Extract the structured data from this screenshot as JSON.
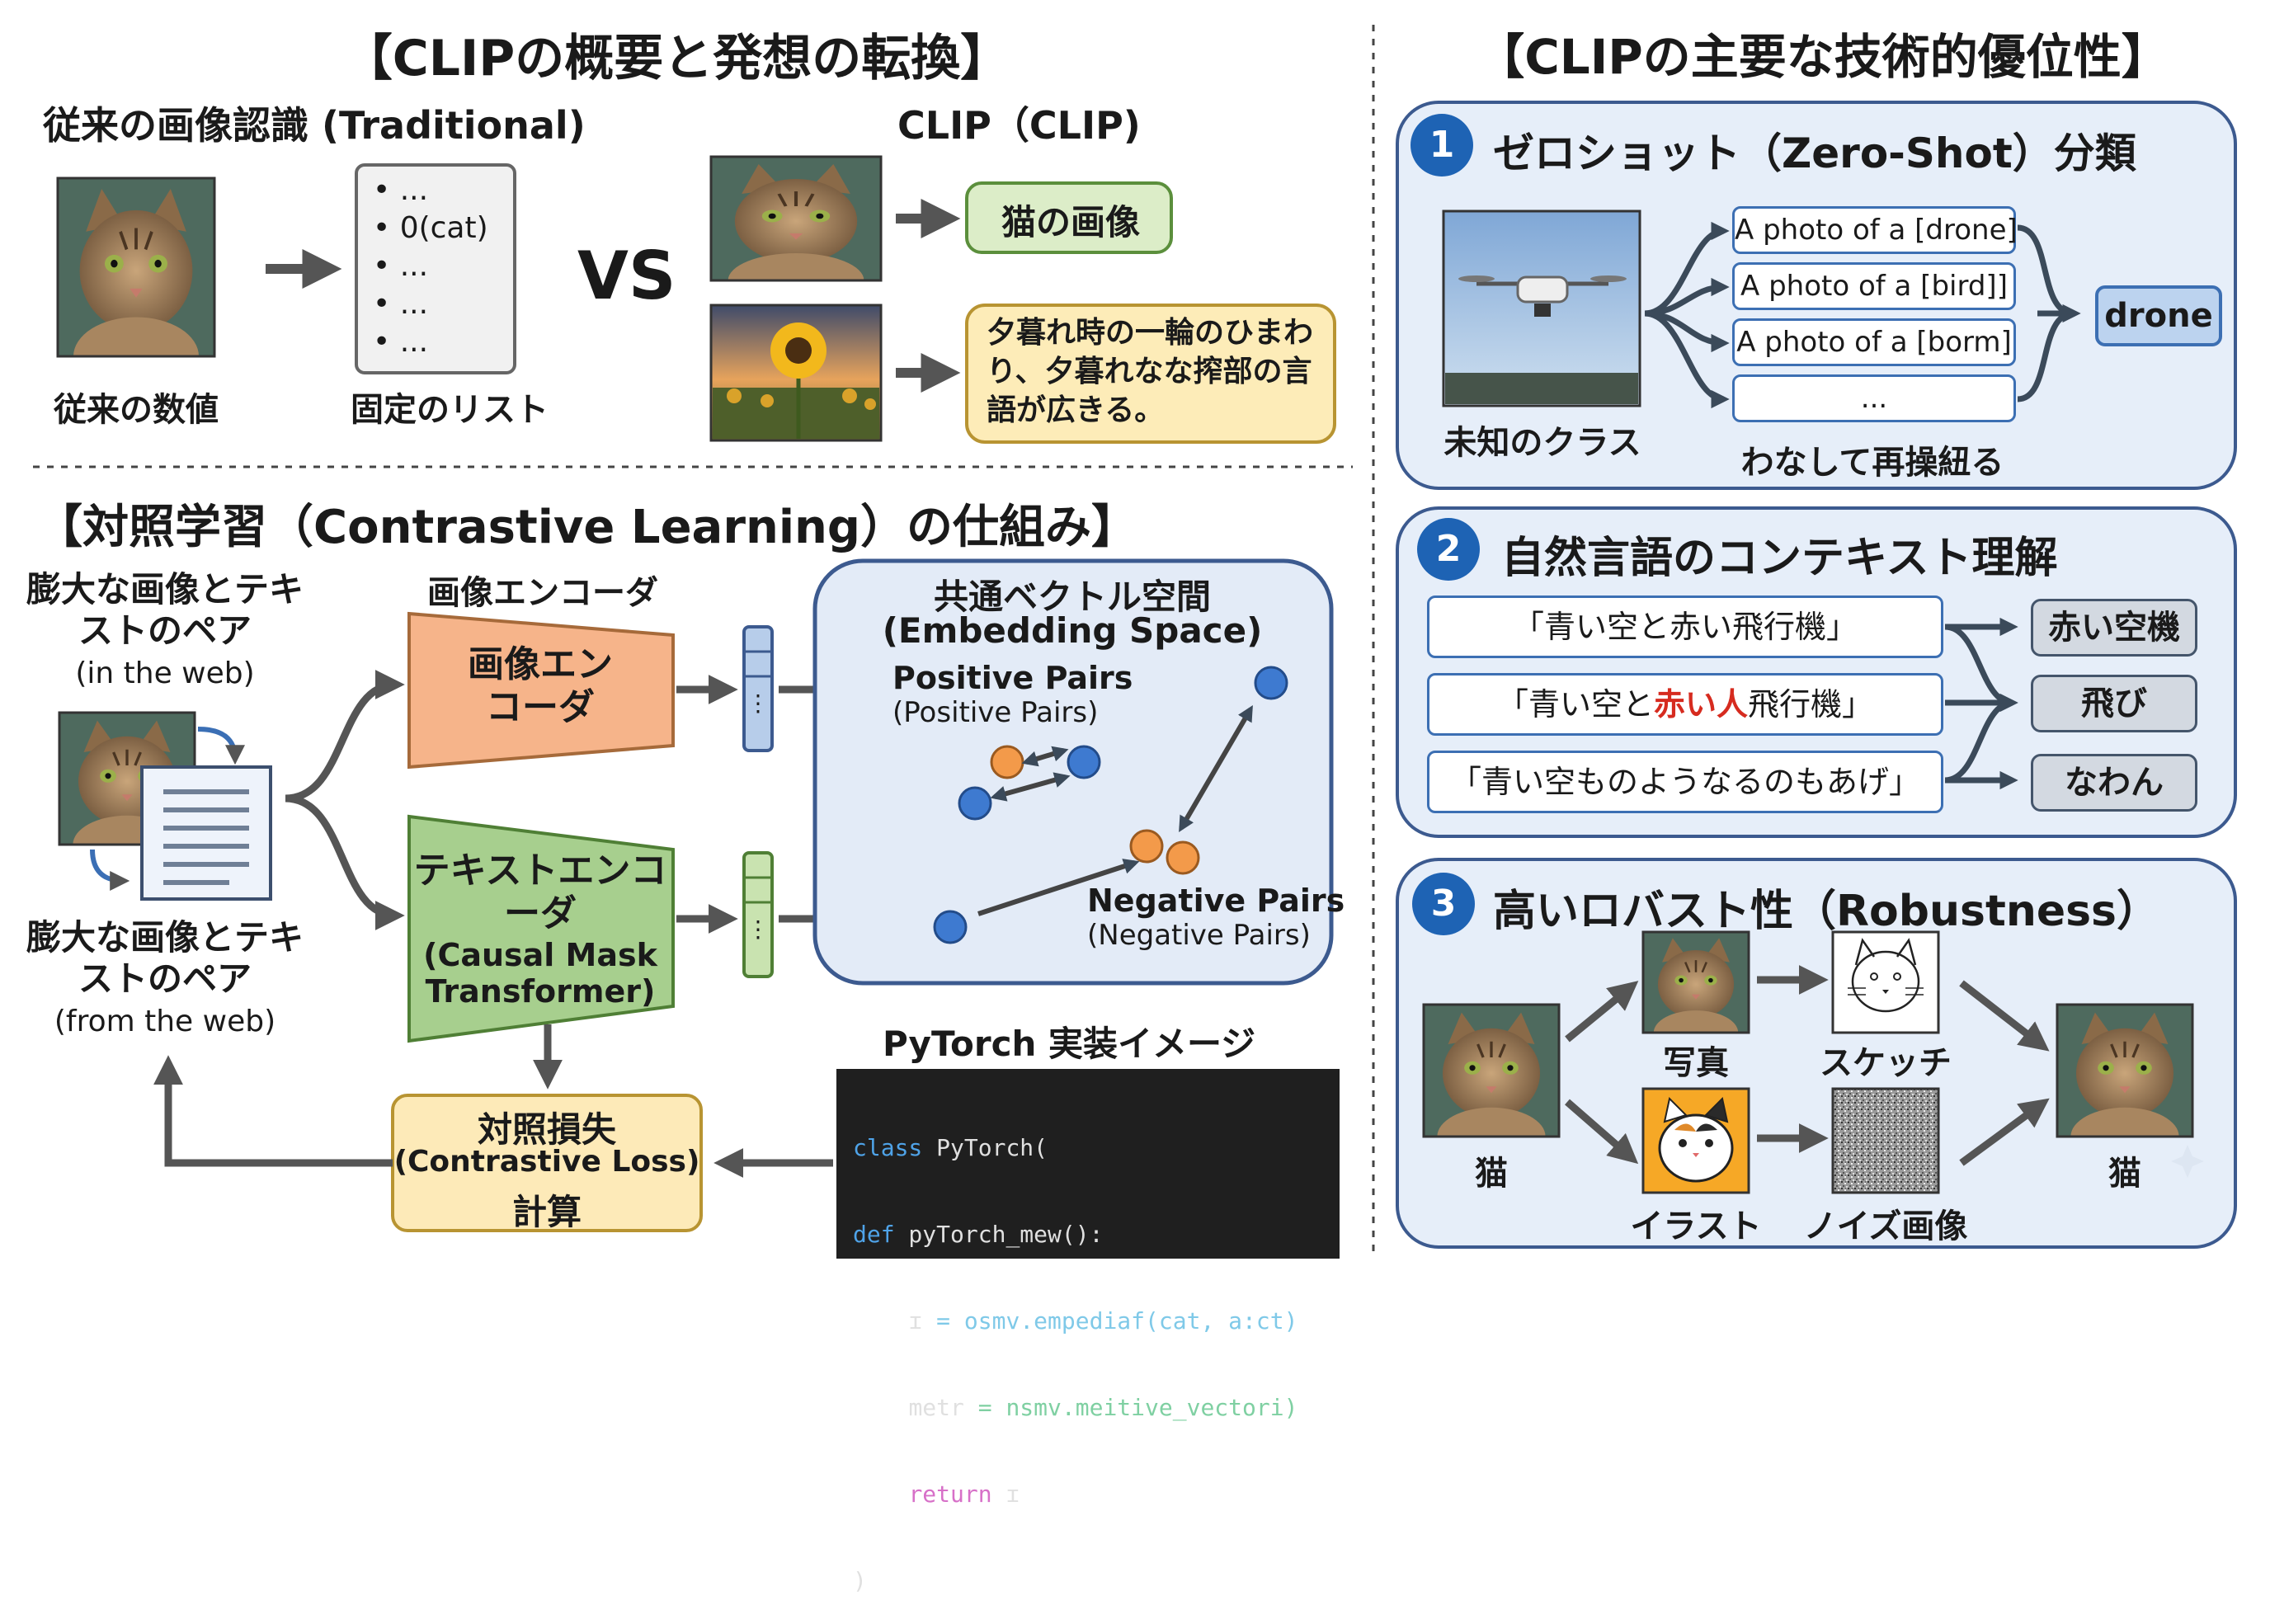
{
  "left": {
    "overview_title": "【CLIPの概要と発想の転換】",
    "traditional_label": "従来の画像認識 (Traditional)",
    "list_items": [
      "...",
      "0(cat)",
      "...",
      "...",
      "..."
    ],
    "traditional_caption": "従来の数値",
    "fixed_list_caption": "固定のリスト",
    "vs": "VS",
    "clip_label": "CLIP（CLIP)",
    "clip_cat_text": "猫の画像",
    "clip_sunflower_text": "夕暮れ時の一輪のひまわり、夕暮れなな搾部の言語が広きる。",
    "contrastive_title": "【対照学習（Contrastive Learning）の仕組み】",
    "pairs_label_top": "膨大な画像とテキストのペア",
    "pairs_sub_top": "(in the web)",
    "pairs_label_bottom": "膨大な画像とテキストのペア",
    "pairs_sub_bottom": "(from the web)",
    "image_encoder_heading": "画像エンコーダ",
    "image_encoder_text": "画像エンコーダ",
    "text_encoder_text": "テキストエンコーダ",
    "text_encoder_sub": "(Causal Mask Transformer)",
    "vector_dots": "⋮",
    "embedding_title": "共通ベクトル空間",
    "embedding_sub": "(Embedding Space)",
    "positive_title": "Positive Pairs",
    "positive_sub": "(Positive Pairs)",
    "negative_title": "Negative Pairs",
    "negative_sub": "(Negative Pairs)",
    "loss_line1": "対照損失",
    "loss_line2": "(Contrastive Loss)",
    "loss_line3": "計算",
    "pytorch_title": "PyTorch 実装イメージ",
    "code_lines": [
      {
        "indent": "",
        "kw": "class",
        "rest": " PyTorch("
      },
      {
        "indent": "",
        "kw": "def",
        "rest": " pyTorch_mew():"
      },
      {
        "indent": "    ",
        "kw": "ɪ",
        "rest": " = osmv.empediaf(cat, a:ct)"
      },
      {
        "indent": "    ",
        "kw": "metr",
        "rest": " = nsmv.meitive_vectori)"
      },
      {
        "indent": "    ",
        "kw": "return",
        "rest": " ɪ"
      },
      {
        "indent": "",
        "kw": "",
        "rest": ")"
      }
    ]
  },
  "right": {
    "title": "【CLIPの主要な技術的優位性】",
    "zero_shot": {
      "number": "1",
      "title": "ゼロショット（Zero-Shot）分類",
      "prompts": [
        "A photo of a [drone]",
        "A photo of a [bird]]",
        "A photo of a [borm]",
        "..."
      ],
      "result": "drone",
      "unknown_caption": "未知のクラス",
      "prompt_caption": "わなして再操紐る"
    },
    "context": {
      "number": "2",
      "title": "自然言語のコンテキスト理解",
      "phrase1": "「青い空と赤い飛行機」",
      "phrase2_a": "「青い空と",
      "phrase2_red": "赤い人",
      "phrase2_b": "飛行機」",
      "phrase3": "「青い空ものようなるのもあげ」",
      "results": [
        "赤い空機",
        "飛び",
        "なわん"
      ]
    },
    "robust": {
      "number": "3",
      "title": "高いロバスト性（Robustness）",
      "left_caption": "猫",
      "photo_caption": "写真",
      "sketch_caption": "スケッチ",
      "illust_caption": "イラスト",
      "noise_caption": "ノイズ画像",
      "right_caption": "猫"
    }
  },
  "colors": {
    "panel_border": "#3c5a8f",
    "panel_fill": "#e6eef9",
    "image_encoder": "#f6b48a",
    "text_encoder": "#a7cf8e",
    "loss_fill": "#fdeab8",
    "orange_dot": "#f39a4a",
    "blue_dot": "#3e7ad0",
    "red_text": "#d62b1f"
  },
  "icons": [
    "cat-photo",
    "sunflower-photo",
    "drone-photo",
    "document-icon",
    "sketch-cat",
    "illustration-cat",
    "noise-image",
    "sparkle-icon"
  ]
}
